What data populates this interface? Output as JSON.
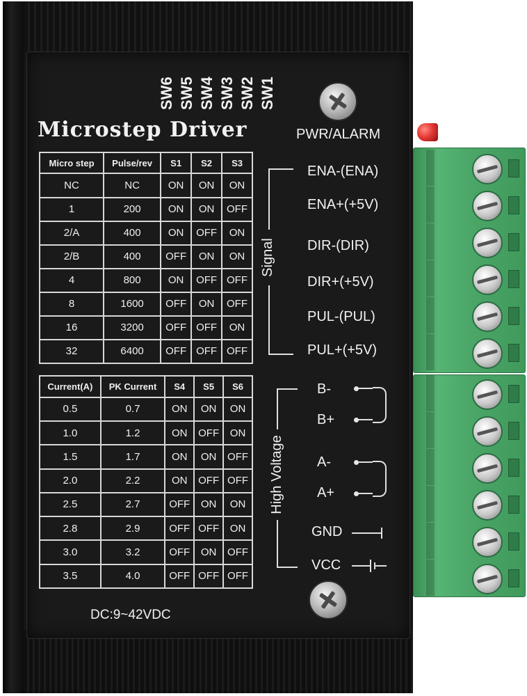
{
  "switch_labels": [
    "SW6",
    "SW5",
    "SW4",
    "SW3",
    "SW2",
    "SW1"
  ],
  "title": "Microstep Driver",
  "pwr_label": "PWR/ALARM",
  "microstep_table": {
    "headers": [
      "Micro step",
      "Pulse/rev",
      "S1",
      "S2",
      "S3"
    ],
    "rows": [
      [
        "NC",
        "NC",
        "ON",
        "ON",
        "ON"
      ],
      [
        "1",
        "200",
        "ON",
        "ON",
        "OFF"
      ],
      [
        "2/A",
        "400",
        "ON",
        "OFF",
        "ON"
      ],
      [
        "2/B",
        "400",
        "OFF",
        "ON",
        "ON"
      ],
      [
        "4",
        "800",
        "ON",
        "OFF",
        "OFF"
      ],
      [
        "8",
        "1600",
        "OFF",
        "ON",
        "OFF"
      ],
      [
        "16",
        "3200",
        "OFF",
        "OFF",
        "ON"
      ],
      [
        "32",
        "6400",
        "OFF",
        "OFF",
        "OFF"
      ]
    ]
  },
  "current_table": {
    "headers": [
      "Current(A)",
      "PK Current",
      "S4",
      "S5",
      "S6"
    ],
    "rows": [
      [
        "0.5",
        "0.7",
        "ON",
        "ON",
        "ON"
      ],
      [
        "1.0",
        "1.2",
        "ON",
        "OFF",
        "ON"
      ],
      [
        "1.5",
        "1.7",
        "ON",
        "ON",
        "OFF"
      ],
      [
        "2.0",
        "2.2",
        "ON",
        "OFF",
        "OFF"
      ],
      [
        "2.5",
        "2.7",
        "OFF",
        "ON",
        "ON"
      ],
      [
        "2.8",
        "2.9",
        "OFF",
        "OFF",
        "ON"
      ],
      [
        "3.0",
        "3.2",
        "OFF",
        "ON",
        "OFF"
      ],
      [
        "3.5",
        "4.0",
        "OFF",
        "OFF",
        "OFF"
      ]
    ]
  },
  "signal_group_label": "Signal",
  "signal_terminals": [
    "ENA-(ENA)",
    "ENA+(+5V)",
    "DIR-(DIR)",
    "DIR+(+5V)",
    "PUL-(PUL)",
    "PUL+(+5V)"
  ],
  "power_group_label": "High Voltage",
  "power_terminals": [
    "B-",
    "B+",
    "A-",
    "A+",
    "GND",
    "VCC"
  ],
  "dc_label": "DC:9~42VDC",
  "colors": {
    "panel": "#1a1a1a",
    "text": "#f2f2f2",
    "terminal_block": "#4aa567",
    "led": "#e53935"
  }
}
